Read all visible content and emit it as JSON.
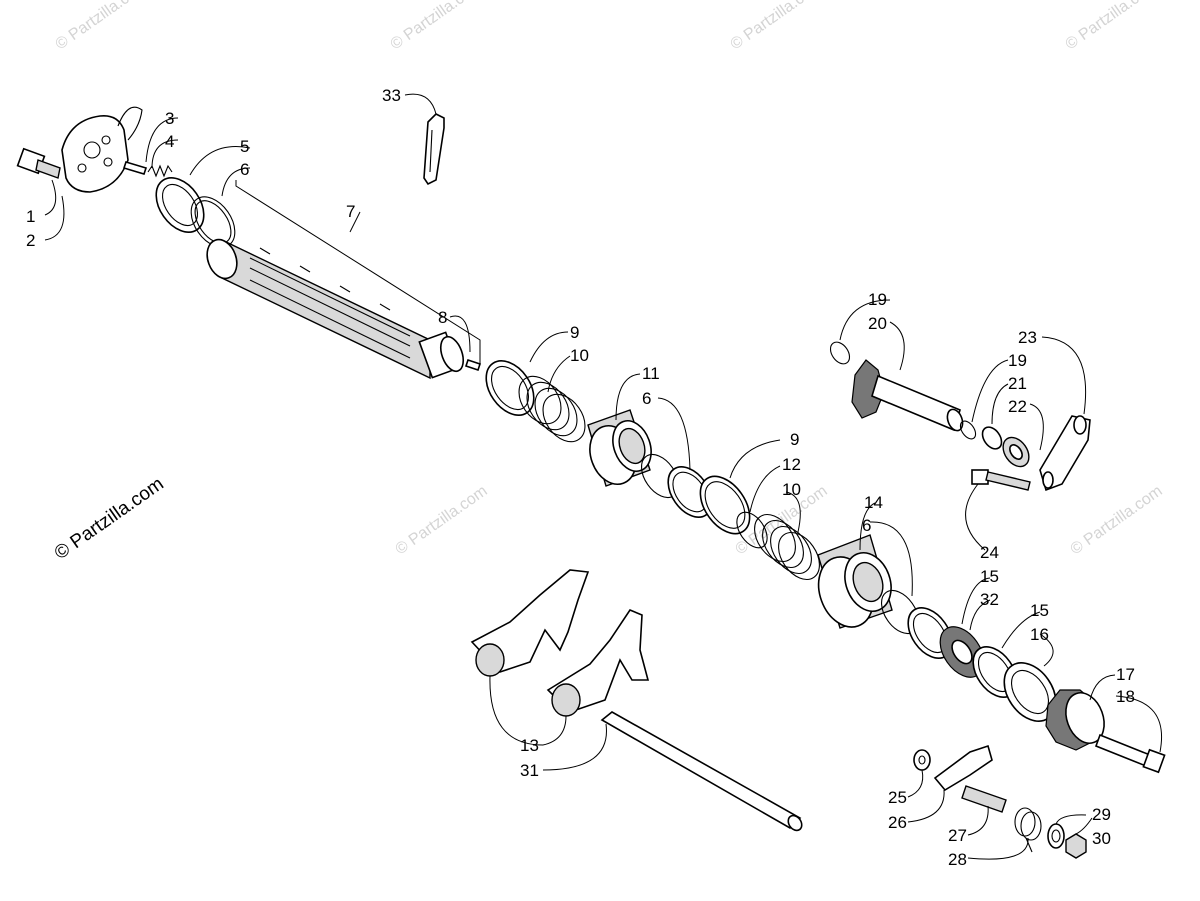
{
  "watermark": {
    "main_text": "© Partzilla.com",
    "faint_text": "© Partzilla.com",
    "faint_fragments": [
      "© Partzilla.c",
      "© Partzilla.c",
      "© Partzilla.c",
      "© Partzilla.c"
    ]
  },
  "callouts": {
    "c1": "1",
    "c2": "2",
    "c3": "3",
    "c4": "4",
    "c5": "5",
    "c6a": "6",
    "c7": "7",
    "c8": "8",
    "c9a": "9",
    "c10a": "10",
    "c11": "11",
    "c6b": "6",
    "c9b": "9",
    "c12": "12",
    "c10b": "10",
    "c14": "14",
    "c6c": "6",
    "c13": "13",
    "c31": "31",
    "c19a": "19",
    "c20": "20",
    "c23": "23",
    "c19b": "19",
    "c21": "21",
    "c22": "22",
    "c24": "24",
    "c15a": "15",
    "c32": "32",
    "c15b": "15",
    "c16": "16",
    "c17": "17",
    "c18": "18",
    "c25": "25",
    "c26": "26",
    "c27": "27",
    "c28": "28",
    "c29": "29",
    "c30": "30",
    "c33": "33"
  }
}
